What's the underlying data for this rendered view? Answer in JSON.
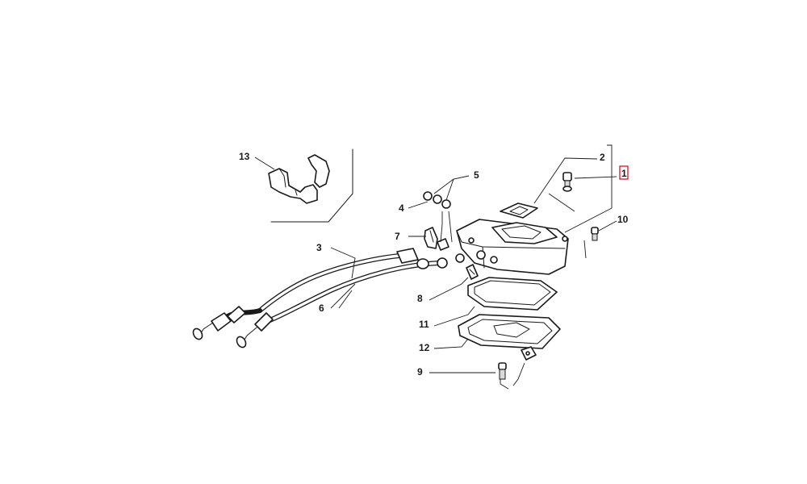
{
  "callouts": {
    "c1": "1",
    "c2": "2",
    "c3": "3",
    "c4": "4",
    "c5": "5",
    "c6": "6",
    "c7": "7",
    "c8": "8",
    "c9": "9",
    "c10": "10",
    "c11": "11",
    "c12": "12",
    "c13": "13"
  },
  "colors": {
    "ink": "#1a1a1a",
    "highlight": "#d0021b",
    "background": "#ffffff"
  }
}
